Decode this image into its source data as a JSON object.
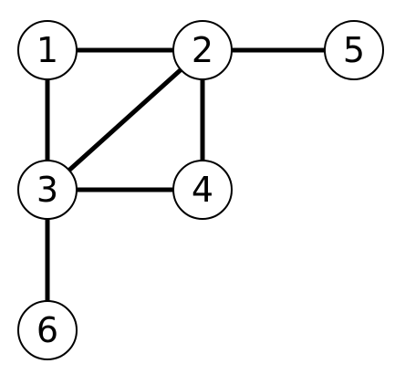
{
  "graph": {
    "nodes": [
      {
        "id": "1",
        "label": "1"
      },
      {
        "id": "2",
        "label": "2"
      },
      {
        "id": "3",
        "label": "3"
      },
      {
        "id": "4",
        "label": "4"
      },
      {
        "id": "5",
        "label": "5"
      },
      {
        "id": "6",
        "label": "6"
      }
    ],
    "edges": [
      {
        "from": "1",
        "to": "2"
      },
      {
        "from": "1",
        "to": "3"
      },
      {
        "from": "2",
        "to": "3"
      },
      {
        "from": "2",
        "to": "4"
      },
      {
        "from": "2",
        "to": "5"
      },
      {
        "from": "3",
        "to": "4"
      },
      {
        "from": "3",
        "to": "6"
      }
    ]
  }
}
